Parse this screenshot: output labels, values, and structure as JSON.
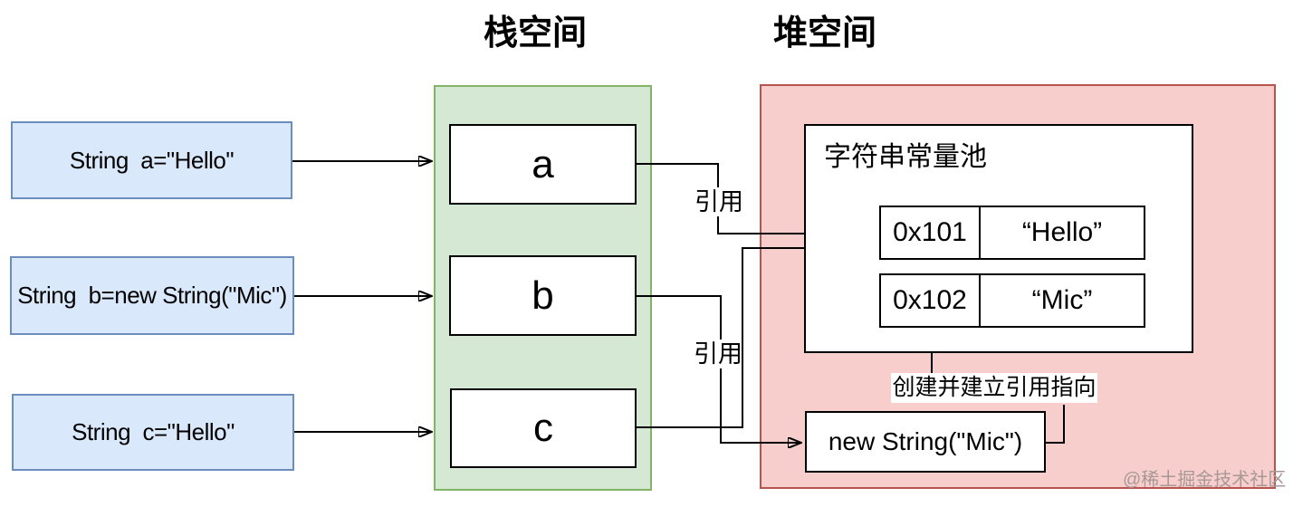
{
  "titles": {
    "stack": "栈空间",
    "heap": "堆空间"
  },
  "code_boxes": [
    {
      "label": "String  a=\"Hello\""
    },
    {
      "label": "String  b=new String(\"Mic\")"
    },
    {
      "label": "String  c=\"Hello\""
    }
  ],
  "stack_vars": [
    {
      "label": "a"
    },
    {
      "label": "b"
    },
    {
      "label": "c"
    }
  ],
  "heap": {
    "pool_title": "字符串常量池",
    "pool_rows": [
      {
        "address": "0x101",
        "value": "“Hello”"
      },
      {
        "address": "0x102",
        "value": "“Mic”"
      }
    ],
    "new_object_label": "new String(\"Mic\")",
    "create_ref_label": "创建并建立引用指向"
  },
  "edge_labels": {
    "ref_top": "引用",
    "ref_bottom": "引用"
  },
  "watermark": "@稀土掘金技术社区",
  "colors": {
    "blue_fill": "#dae8fc",
    "blue_stroke": "#6c8ebf",
    "green_fill": "#d5e8d4",
    "green_stroke": "#82b366",
    "red_fill": "#f8cecc",
    "red_stroke": "#b85450",
    "line": "#000000",
    "watermark": "#a79898"
  }
}
